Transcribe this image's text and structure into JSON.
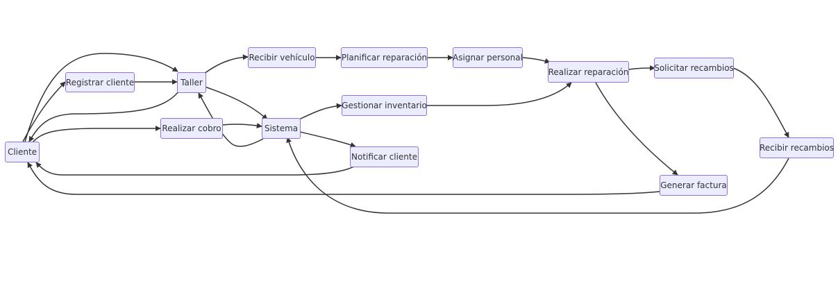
{
  "diagram": {
    "nodes": {
      "cliente": "Cliente",
      "registrar_cliente": "Registrar cliente",
      "taller": "Taller",
      "recibir_vehiculo": "Recibir vehículo",
      "planificar_reparacion": "Planificar reparación",
      "asignar_personal": "Asignar personal",
      "realizar_reparacion": "Realizar reparación",
      "solicitar_recambios": "Solicitar recambios",
      "recibir_recambios": "Recibir recambios",
      "realizar_cobro": "Realizar cobro",
      "sistema": "Sistema",
      "gestionar_inventario": "Gestionar inventario",
      "notificar_cliente": "Notificar cliente",
      "generar_factura": "Generar factura"
    },
    "edges": [
      {
        "from": "cliente",
        "to": "registrar_cliente"
      },
      {
        "from": "cliente",
        "to": "taller"
      },
      {
        "from": "registrar_cliente",
        "to": "taller"
      },
      {
        "from": "taller",
        "to": "cliente"
      },
      {
        "from": "taller",
        "to": "recibir_vehiculo"
      },
      {
        "from": "taller",
        "to": "sistema"
      },
      {
        "from": "recibir_vehiculo",
        "to": "planificar_reparacion"
      },
      {
        "from": "planificar_reparacion",
        "to": "asignar_personal"
      },
      {
        "from": "asignar_personal",
        "to": "realizar_reparacion"
      },
      {
        "from": "realizar_reparacion",
        "to": "solicitar_recambios"
      },
      {
        "from": "realizar_reparacion",
        "to": "generar_factura"
      },
      {
        "from": "solicitar_recambios",
        "to": "recibir_recambios"
      },
      {
        "from": "recibir_recambios",
        "to": "sistema"
      },
      {
        "from": "cliente",
        "to": "realizar_cobro"
      },
      {
        "from": "realizar_cobro",
        "to": "sistema"
      },
      {
        "from": "realizar_cobro",
        "to": "taller"
      },
      {
        "from": "sistema",
        "to": "gestionar_inventario"
      },
      {
        "from": "sistema",
        "to": "notificar_cliente"
      },
      {
        "from": "gestionar_inventario",
        "to": "realizar_reparacion"
      },
      {
        "from": "notificar_cliente",
        "to": "cliente"
      },
      {
        "from": "generar_factura",
        "to": "cliente"
      }
    ]
  }
}
